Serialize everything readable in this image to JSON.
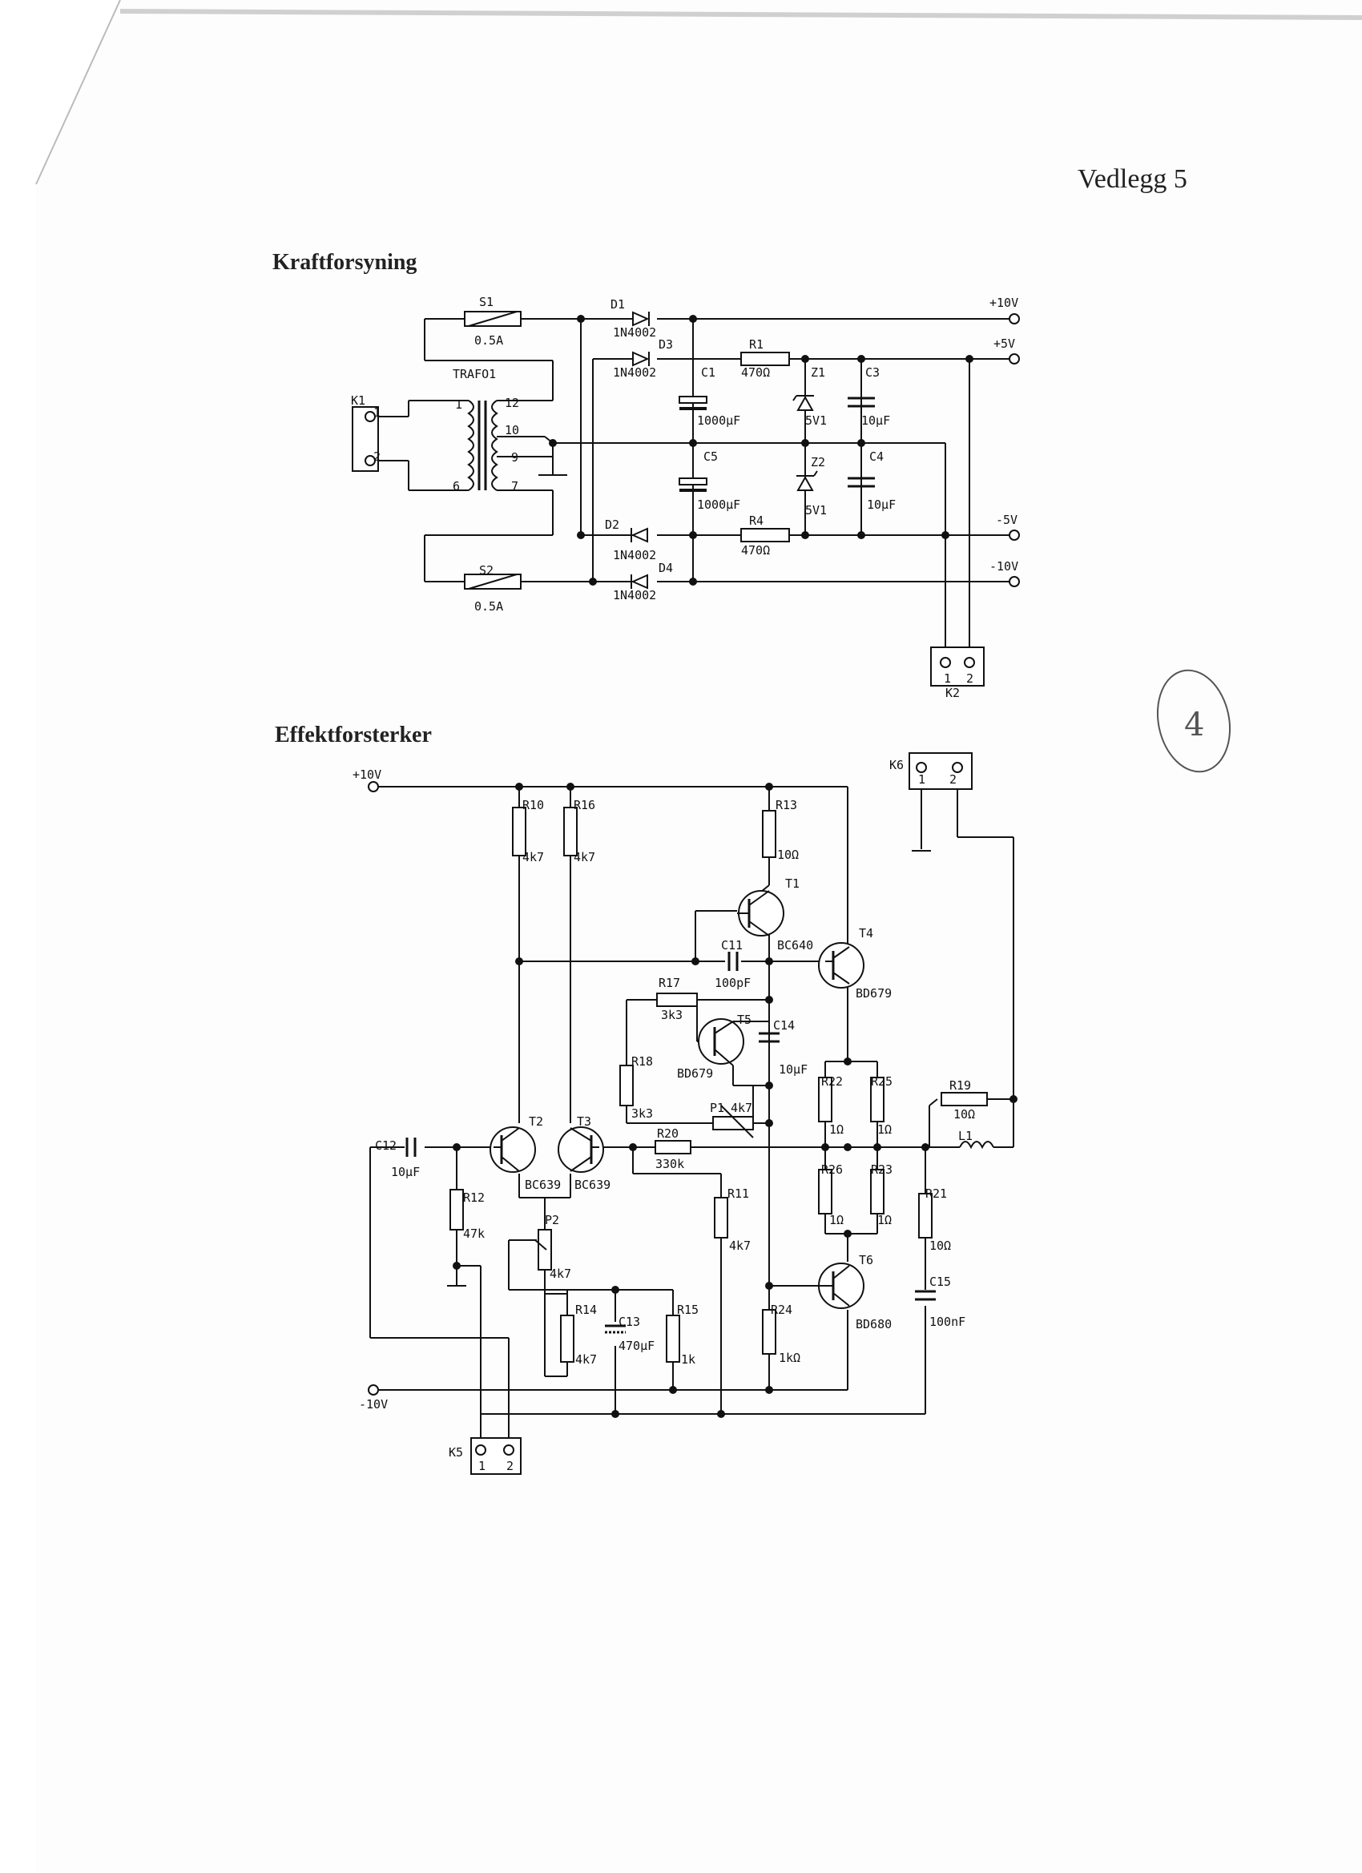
{
  "page_label": "Vedlegg 5",
  "sections": [
    {
      "title": "Kraftforsyning"
    },
    {
      "title": "Effektforsterker"
    }
  ],
  "handwritten_mark": "4",
  "power_supply": {
    "fuses": [
      {
        "ref": "S1",
        "value": "0.5A"
      },
      {
        "ref": "S2",
        "value": "0.5A"
      }
    ],
    "transformer": {
      "ref": "TRAFO1",
      "pins": [
        "1",
        "6",
        "12",
        "10",
        "9",
        "7"
      ]
    },
    "connectors": [
      {
        "ref": "K1",
        "pins": [
          "1",
          "2"
        ]
      },
      {
        "ref": "K2",
        "pins": [
          "1",
          "2"
        ]
      }
    ],
    "diodes": [
      {
        "ref": "D1",
        "value": "1N4002"
      },
      {
        "ref": "D3",
        "value": "1N4002"
      },
      {
        "ref": "D2",
        "value": "1N4002"
      },
      {
        "ref": "D4",
        "value": "1N4002"
      }
    ],
    "capacitors": [
      {
        "ref": "C1",
        "value": "1000µF"
      },
      {
        "ref": "C5",
        "value": "1000µF"
      },
      {
        "ref": "C3",
        "value": "10µF"
      },
      {
        "ref": "C4",
        "value": "10µF"
      }
    ],
    "resistors": [
      {
        "ref": "R1",
        "value": "470Ω"
      },
      {
        "ref": "R4",
        "value": "470Ω"
      }
    ],
    "zeners": [
      {
        "ref": "Z1",
        "value": "5V1"
      },
      {
        "ref": "Z2",
        "value": "5V1"
      }
    ],
    "outputs": [
      "+10V",
      "+5V",
      "-5V",
      "-10V"
    ]
  },
  "amplifier": {
    "rails": [
      "+10V",
      "-10V"
    ],
    "connectors": [
      {
        "ref": "K6",
        "pins": [
          "1",
          "2"
        ]
      },
      {
        "ref": "K5",
        "pins": [
          "1",
          "2"
        ]
      }
    ],
    "resistors": [
      {
        "ref": "R10",
        "value": "4k7"
      },
      {
        "ref": "R16",
        "value": "4k7"
      },
      {
        "ref": "R13",
        "value": "10Ω"
      },
      {
        "ref": "R17",
        "value": "3k3"
      },
      {
        "ref": "R18",
        "value": "3k3"
      },
      {
        "ref": "R20",
        "value": "330k"
      },
      {
        "ref": "R12",
        "value": "47k"
      },
      {
        "ref": "R11",
        "value": "4k7"
      },
      {
        "ref": "R14",
        "value": "4k7"
      },
      {
        "ref": "R15",
        "value": "1k"
      },
      {
        "ref": "R22",
        "value": "1Ω"
      },
      {
        "ref": "R25",
        "value": "1Ω"
      },
      {
        "ref": "R26",
        "value": "1Ω"
      },
      {
        "ref": "R23",
        "value": "1Ω"
      },
      {
        "ref": "R24",
        "value": "1kΩ"
      },
      {
        "ref": "R19",
        "value": "10Ω"
      },
      {
        "ref": "R21",
        "value": "10Ω"
      }
    ],
    "capacitors": [
      {
        "ref": "C11",
        "value": "100pF"
      },
      {
        "ref": "C14",
        "value": "10µF"
      },
      {
        "ref": "C12",
        "value": "10µF"
      },
      {
        "ref": "C13",
        "value": "470µF"
      },
      {
        "ref": "C15",
        "value": "100nF"
      }
    ],
    "pots": [
      {
        "ref": "P1",
        "value": "4k7"
      },
      {
        "ref": "P2",
        "value": "4k7"
      }
    ],
    "transistors": [
      {
        "ref": "T1",
        "type": ""
      },
      {
        "ref": "T2",
        "type": "BC639"
      },
      {
        "ref": "T3",
        "type": "BC639"
      },
      {
        "ref": "T4",
        "type": "BD679"
      },
      {
        "ref": "T5",
        "type": "BD679"
      },
      {
        "ref": "T6",
        "type": "BD680"
      }
    ],
    "t1_type_label": "BC640",
    "inductor": {
      "ref": "L1"
    }
  }
}
